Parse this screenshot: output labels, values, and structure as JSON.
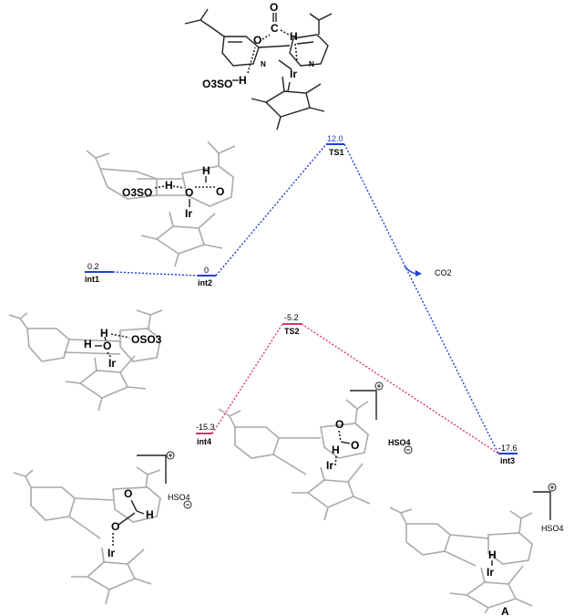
{
  "levels": [
    {
      "id": "int1",
      "label": "int1",
      "energy": "0.2",
      "color": "#1f3fd1"
    },
    {
      "id": "int2",
      "label": "int2",
      "energy": "0",
      "color": "#1f3fd1"
    },
    {
      "id": "ts1",
      "label": "TS1",
      "energy": "12.0",
      "color": "#1f3fd1"
    },
    {
      "id": "ts2",
      "label": "TS2",
      "energy": "-5.2",
      "color": "#e0306a"
    },
    {
      "id": "int4",
      "label": "int4",
      "energy": "-15.3",
      "color": "#e0306a"
    },
    {
      "id": "int3",
      "label": "int3",
      "energy": "-17.6",
      "color": "#1f3fd1"
    }
  ],
  "co2_label": "CO2",
  "structure_label_a": "A",
  "anions": {
    "hso4_ts2": "HSO4",
    "hso4_int4": "HSO4",
    "hso4_a": "HSO4"
  },
  "atoms": {
    "ir": "Ir",
    "h": "H",
    "o": "O",
    "c": "C",
    "n": "N",
    "o3so": "O3SO",
    "oso3": "OSO3"
  },
  "colors": {
    "blue_path": "#1f3fd1",
    "pink_path": "#e0306a",
    "fragment_gray": "#a9a9a9"
  }
}
